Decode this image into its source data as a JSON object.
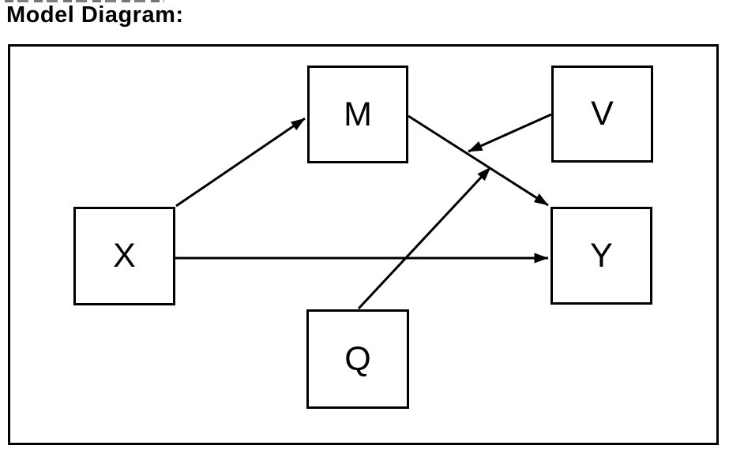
{
  "title": "Model Diagram:",
  "diagram": {
    "nodes": [
      {
        "id": "M",
        "label": "M"
      },
      {
        "id": "V",
        "label": "V"
      },
      {
        "id": "X",
        "label": "X"
      },
      {
        "id": "Y",
        "label": "Y"
      },
      {
        "id": "Q",
        "label": "Q"
      }
    ],
    "edges": [
      {
        "from": "X",
        "to": "M"
      },
      {
        "from": "X",
        "to": "Y"
      },
      {
        "from": "M",
        "to": "Y"
      },
      {
        "from": "V",
        "to": "M-Y path"
      },
      {
        "from": "Q",
        "to": "M-Y path"
      }
    ],
    "colors": {
      "stroke": "#000000",
      "box_fill": "#ffffff",
      "background": "#ffffff",
      "text": "#000000"
    }
  }
}
